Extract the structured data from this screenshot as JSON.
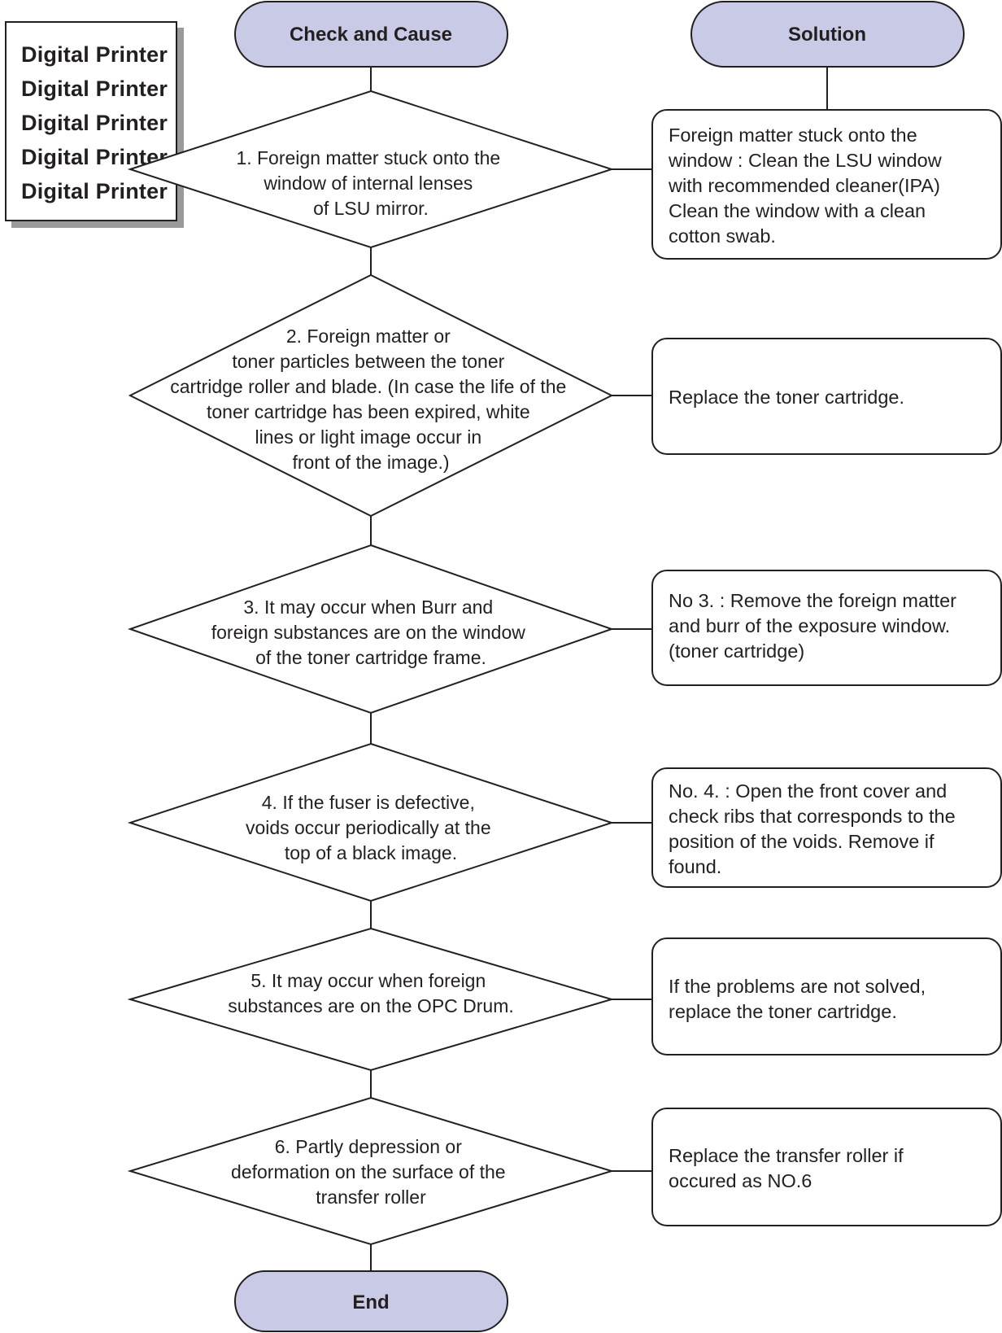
{
  "headers": {
    "check_and_cause": "Check and Cause",
    "solution": "Solution",
    "end": "End"
  },
  "sample": {
    "lines": [
      "Digital Printer",
      "Digital Printer",
      "Digital Printer",
      "Digital Printer",
      "Digital Printer"
    ]
  },
  "steps": [
    {
      "cause": [
        "1. Foreign matter stuck onto the",
        "window of internal lenses",
        "of LSU mirror."
      ],
      "solution": [
        "Foreign matter stuck onto the",
        "window : Clean the LSU window",
        "with recommended cleaner(IPA)",
        "Clean the window with a clean",
        "cotton swab."
      ]
    },
    {
      "cause": [
        "2. Foreign matter or",
        "toner particles between the toner",
        "cartridge roller and blade. (In case the life of the",
        "toner cartridge has been expired, white",
        "lines or light image occur in",
        "front of the image.)"
      ],
      "solution": [
        "Replace the toner cartridge."
      ]
    },
    {
      "cause": [
        "3. It may occur when Burr and",
        "foreign substances are on the window",
        "of the toner cartridge frame."
      ],
      "solution": [
        "No 3. : Remove the foreign matter",
        "and burr of the exposure window.",
        "(toner cartridge)"
      ]
    },
    {
      "cause": [
        "4. If the fuser is defective,",
        "voids occur periodically at the",
        "top of a black image."
      ],
      "solution": [
        "No. 4. : Open the front cover and",
        "check ribs that corresponds to the",
        "position of the voids. Remove if",
        "found."
      ]
    },
    {
      "cause": [
        "5. It may occur when foreign",
        "substances are on the OPC Drum."
      ],
      "solution": [
        "If the problems are not solved,",
        "replace the toner cartridge."
      ]
    },
    {
      "cause": [
        "6. Partly depression or",
        "deformation on the surface of the",
        "transfer roller"
      ],
      "solution": [
        "Replace the transfer roller if",
        "occured as NO.6"
      ]
    }
  ]
}
